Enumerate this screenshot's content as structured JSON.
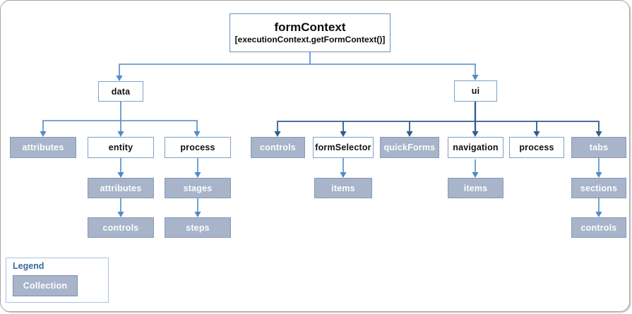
{
  "diagram": {
    "root": {
      "title": "formContext",
      "subtitle": "[executionContext.getFormContext()]"
    },
    "nodes": {
      "data": {
        "label": "data",
        "type": "object"
      },
      "ui": {
        "label": "ui",
        "type": "object"
      },
      "data_attributes": {
        "label": "attributes",
        "type": "collection"
      },
      "entity": {
        "label": "entity",
        "type": "object"
      },
      "data_process": {
        "label": "process",
        "type": "object"
      },
      "entity_attributes": {
        "label": "attributes",
        "type": "collection"
      },
      "entity_controls": {
        "label": "controls",
        "type": "collection"
      },
      "process_stages": {
        "label": "stages",
        "type": "collection"
      },
      "process_steps": {
        "label": "steps",
        "type": "collection"
      },
      "ui_controls": {
        "label": "controls",
        "type": "collection"
      },
      "formSelector": {
        "label": "formSelector",
        "type": "object"
      },
      "quickForms": {
        "label": "quickForms",
        "type": "collection"
      },
      "navigation": {
        "label": "navigation",
        "type": "object"
      },
      "ui_process": {
        "label": "process",
        "type": "object"
      },
      "tabs": {
        "label": "tabs",
        "type": "collection"
      },
      "formSelector_items": {
        "label": "items",
        "type": "collection"
      },
      "navigation_items": {
        "label": "items",
        "type": "collection"
      },
      "tabs_sections": {
        "label": "sections",
        "type": "collection"
      },
      "sections_controls": {
        "label": "controls",
        "type": "collection"
      }
    },
    "legend": {
      "title": "Legend",
      "collection_label": "Collection"
    },
    "colors": {
      "collection_fill": "#a7b4ca",
      "collection_border": "#8a9ab6",
      "collection_border_strong": "#7e90ad",
      "node_border": "#7fa1c5",
      "root_border": "#6d94bb",
      "connector_light": "#4e8cc8",
      "connector_dark": "#2e5d8e",
      "legend_title": "#39689e",
      "legend_border": "#a9c2de",
      "outer_border": "#a6a6a6"
    }
  }
}
